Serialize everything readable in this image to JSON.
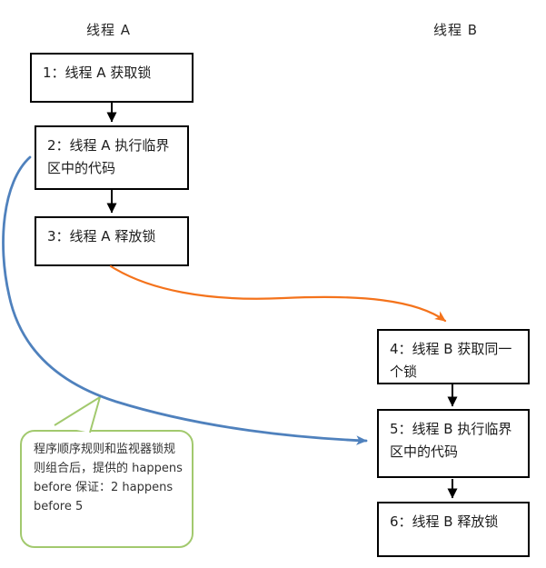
{
  "diagram": {
    "columns": {
      "thread_a": {
        "label": "线程 A"
      },
      "thread_b": {
        "label": "线程 B"
      }
    },
    "boxes": [
      {
        "id": "1",
        "text": "1：线程 A 获取锁"
      },
      {
        "id": "2",
        "text": "2：线程 A 执行临界区中的代码"
      },
      {
        "id": "3",
        "text": "3：线程 A 释放锁"
      },
      {
        "id": "4",
        "text": "4：线程 B 获取同一个锁"
      },
      {
        "id": "5",
        "text": "5：线程 B 执行临界区中的代码"
      },
      {
        "id": "6",
        "text": "6：线程 B 释放锁"
      }
    ],
    "callout": {
      "text": "程序顺序规则和监视器锁规则组合后，提供的 happens before 保证：2 happens before 5"
    },
    "arrows": {
      "sequence_color": "#000000",
      "lock_transfer_3_to_4_color": "#F4731C",
      "happens_before_2_to_5_color": "#4F81BD"
    },
    "colors": {
      "box_border": "#000000",
      "callout_border": "#A2C96E",
      "text": "#1c1c1c",
      "background": "#ffffff"
    }
  }
}
